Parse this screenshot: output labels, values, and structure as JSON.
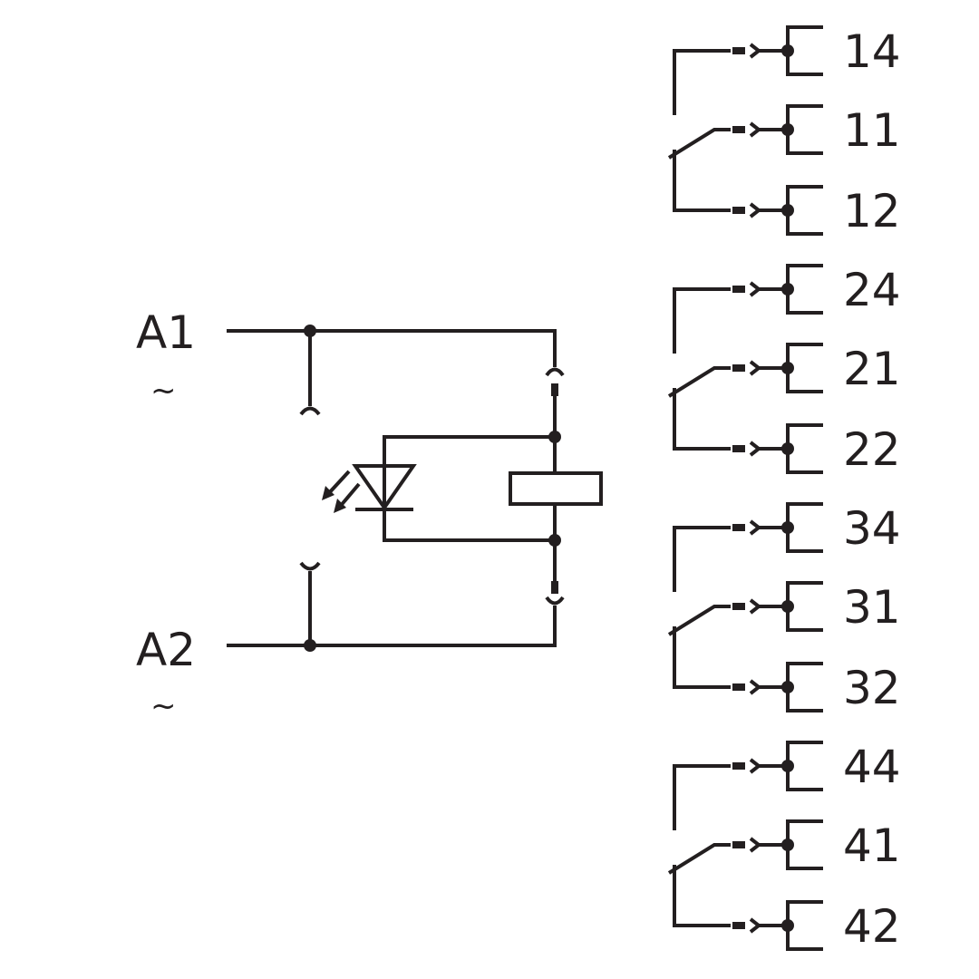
{
  "coil": {
    "terminals": [
      {
        "label": "A1",
        "symbol": "~"
      },
      {
        "label": "A2",
        "symbol": "~"
      }
    ]
  },
  "contacts": [
    {
      "com": "11",
      "no": "14",
      "nc": "12"
    },
    {
      "com": "21",
      "no": "24",
      "nc": "22"
    },
    {
      "com": "31",
      "no": "34",
      "nc": "32"
    },
    {
      "com": "41",
      "no": "44",
      "nc": "42"
    }
  ],
  "colors": {
    "line": "#231f20",
    "background": "#ffffff"
  },
  "icons": [
    "relay-coil-icon",
    "led-diode-icon",
    "light-emission-icon",
    "plug-connector-icon",
    "changeover-contact-icon"
  ]
}
